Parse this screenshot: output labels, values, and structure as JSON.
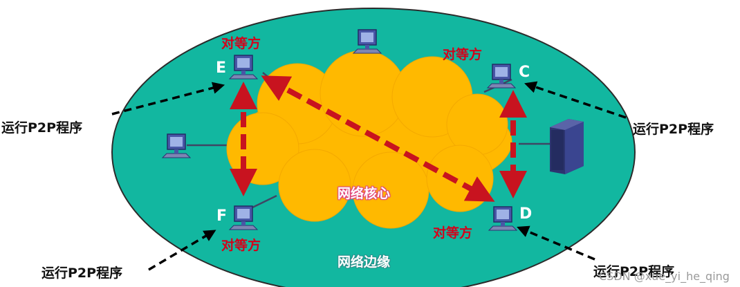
{
  "labels": {
    "network_edge": "网络边缘",
    "network_core": "网络核心",
    "peer": "对等方",
    "run_p2p": "运行P2P程序"
  },
  "nodes": {
    "E": "E",
    "C": "C",
    "F": "F",
    "D": "D"
  },
  "watermark": "CSDN @xue_yi_he_qing",
  "colors": {
    "edge_fill": "#12b7a0",
    "core_fill": "#ffb900",
    "arrow_red": "#c8131f",
    "peer_text": "#d4001a",
    "host_blue": "#3b4aa0"
  }
}
